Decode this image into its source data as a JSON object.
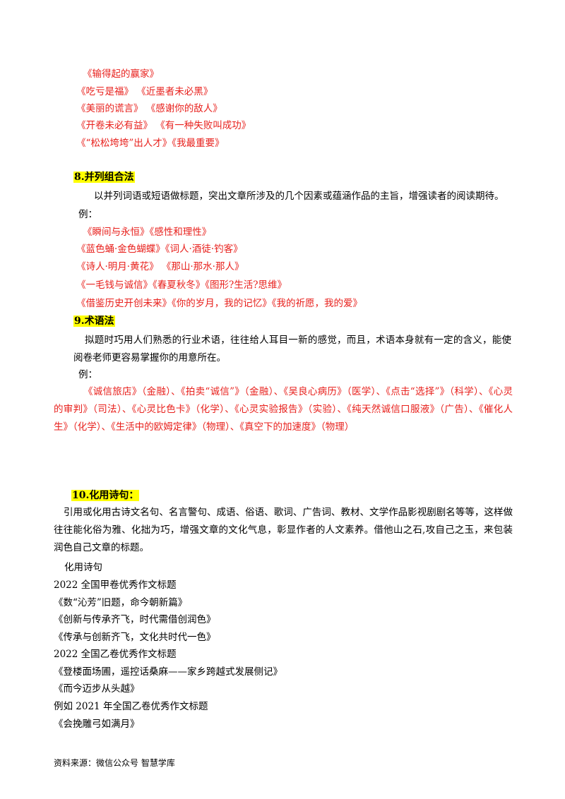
{
  "group7_examples": [
    "《输得起的赢家》",
    "《吃亏是福》 《近墨者未必黑》",
    "《美丽的谎言》 《感谢你的敌人》",
    "《开卷未必有益》 《有一种失败叫成功》",
    "《“松松垮垮”出人才》《我最重要》"
  ],
  "section8": {
    "heading": "8.并列组合法",
    "desc": "以并列词语或短语做标题，突出文章所涉及的几个因素或蕴涵作品的主旨，增强读者的阅读期待。",
    "example_label": "例：",
    "examples": [
      "《瞬间与永恒》《感性和理性》",
      "《蓝色蛹·金色蝴蝶》《词人·酒徒·钓客》",
      "《诗人·明月·黄花》 《那山·那水·那人》",
      "《一毛钱与诚信》《春夏秋冬》《图形?生活?思维》",
      "《借鉴历史开创未来》《你的岁月，我的记忆》《我的祈愿，我的爱》"
    ]
  },
  "section9": {
    "heading": "9.术语法",
    "desc": "拟题时巧用人们熟悉的行业术语，往往给人耳目一新的感觉，而且，术语本身就有一定的含义，能使阅卷老师更容易掌握你的用意所在。",
    "example_label": "例：",
    "examples_text": "《诚信旅店》（金融）、《拍卖“诚信”》（金融）、《吴良心病历》（医学）、《点击“选择”》（科学）、《心灵的审判》（司法）、《心灵比色卡》（化学）、《心灵实验报告》（实验）、《纯天然诚信口服液》（广告）、《催化人生》（化学）、《生活中的欧姆定律》（物理）、《真空下的加速度》（物理）"
  },
  "section10": {
    "heading": "10.化用诗句：",
    "desc": "引用或化用古诗文名句、名言警句、成语、俗语、歌词、广告词、教材、文学作品影视剧剧名等等，这样做往往能化俗为雅、化拙为巧，增强文章的文化气息，彰显作者的人文素养。借他山之石,攻自己之玉，来包装润色自己文章的标题。",
    "sub_label": "化用诗句",
    "lines": [
      "2022 全国甲卷优秀作文标题",
      "《数“沁芳”旧题，命今朝新篇》",
      "《创新与传承齐飞，时代需借创润色》",
      "《传承与创新齐飞，文化共时代一色》",
      "2022 全国乙卷优秀作文标题",
      "《登楼面场圃，遥控话桑麻——家乡跨越式发展侧记》",
      "《而今迈步从头越》",
      "例如 2021 年全国乙卷优秀作文标题",
      "《会挽雕弓如满月》"
    ]
  },
  "footer": "资料来源：微信公众号 智慧学库",
  "colors": {
    "accent_red": "#e8201c",
    "highlight": "#ffff00"
  }
}
